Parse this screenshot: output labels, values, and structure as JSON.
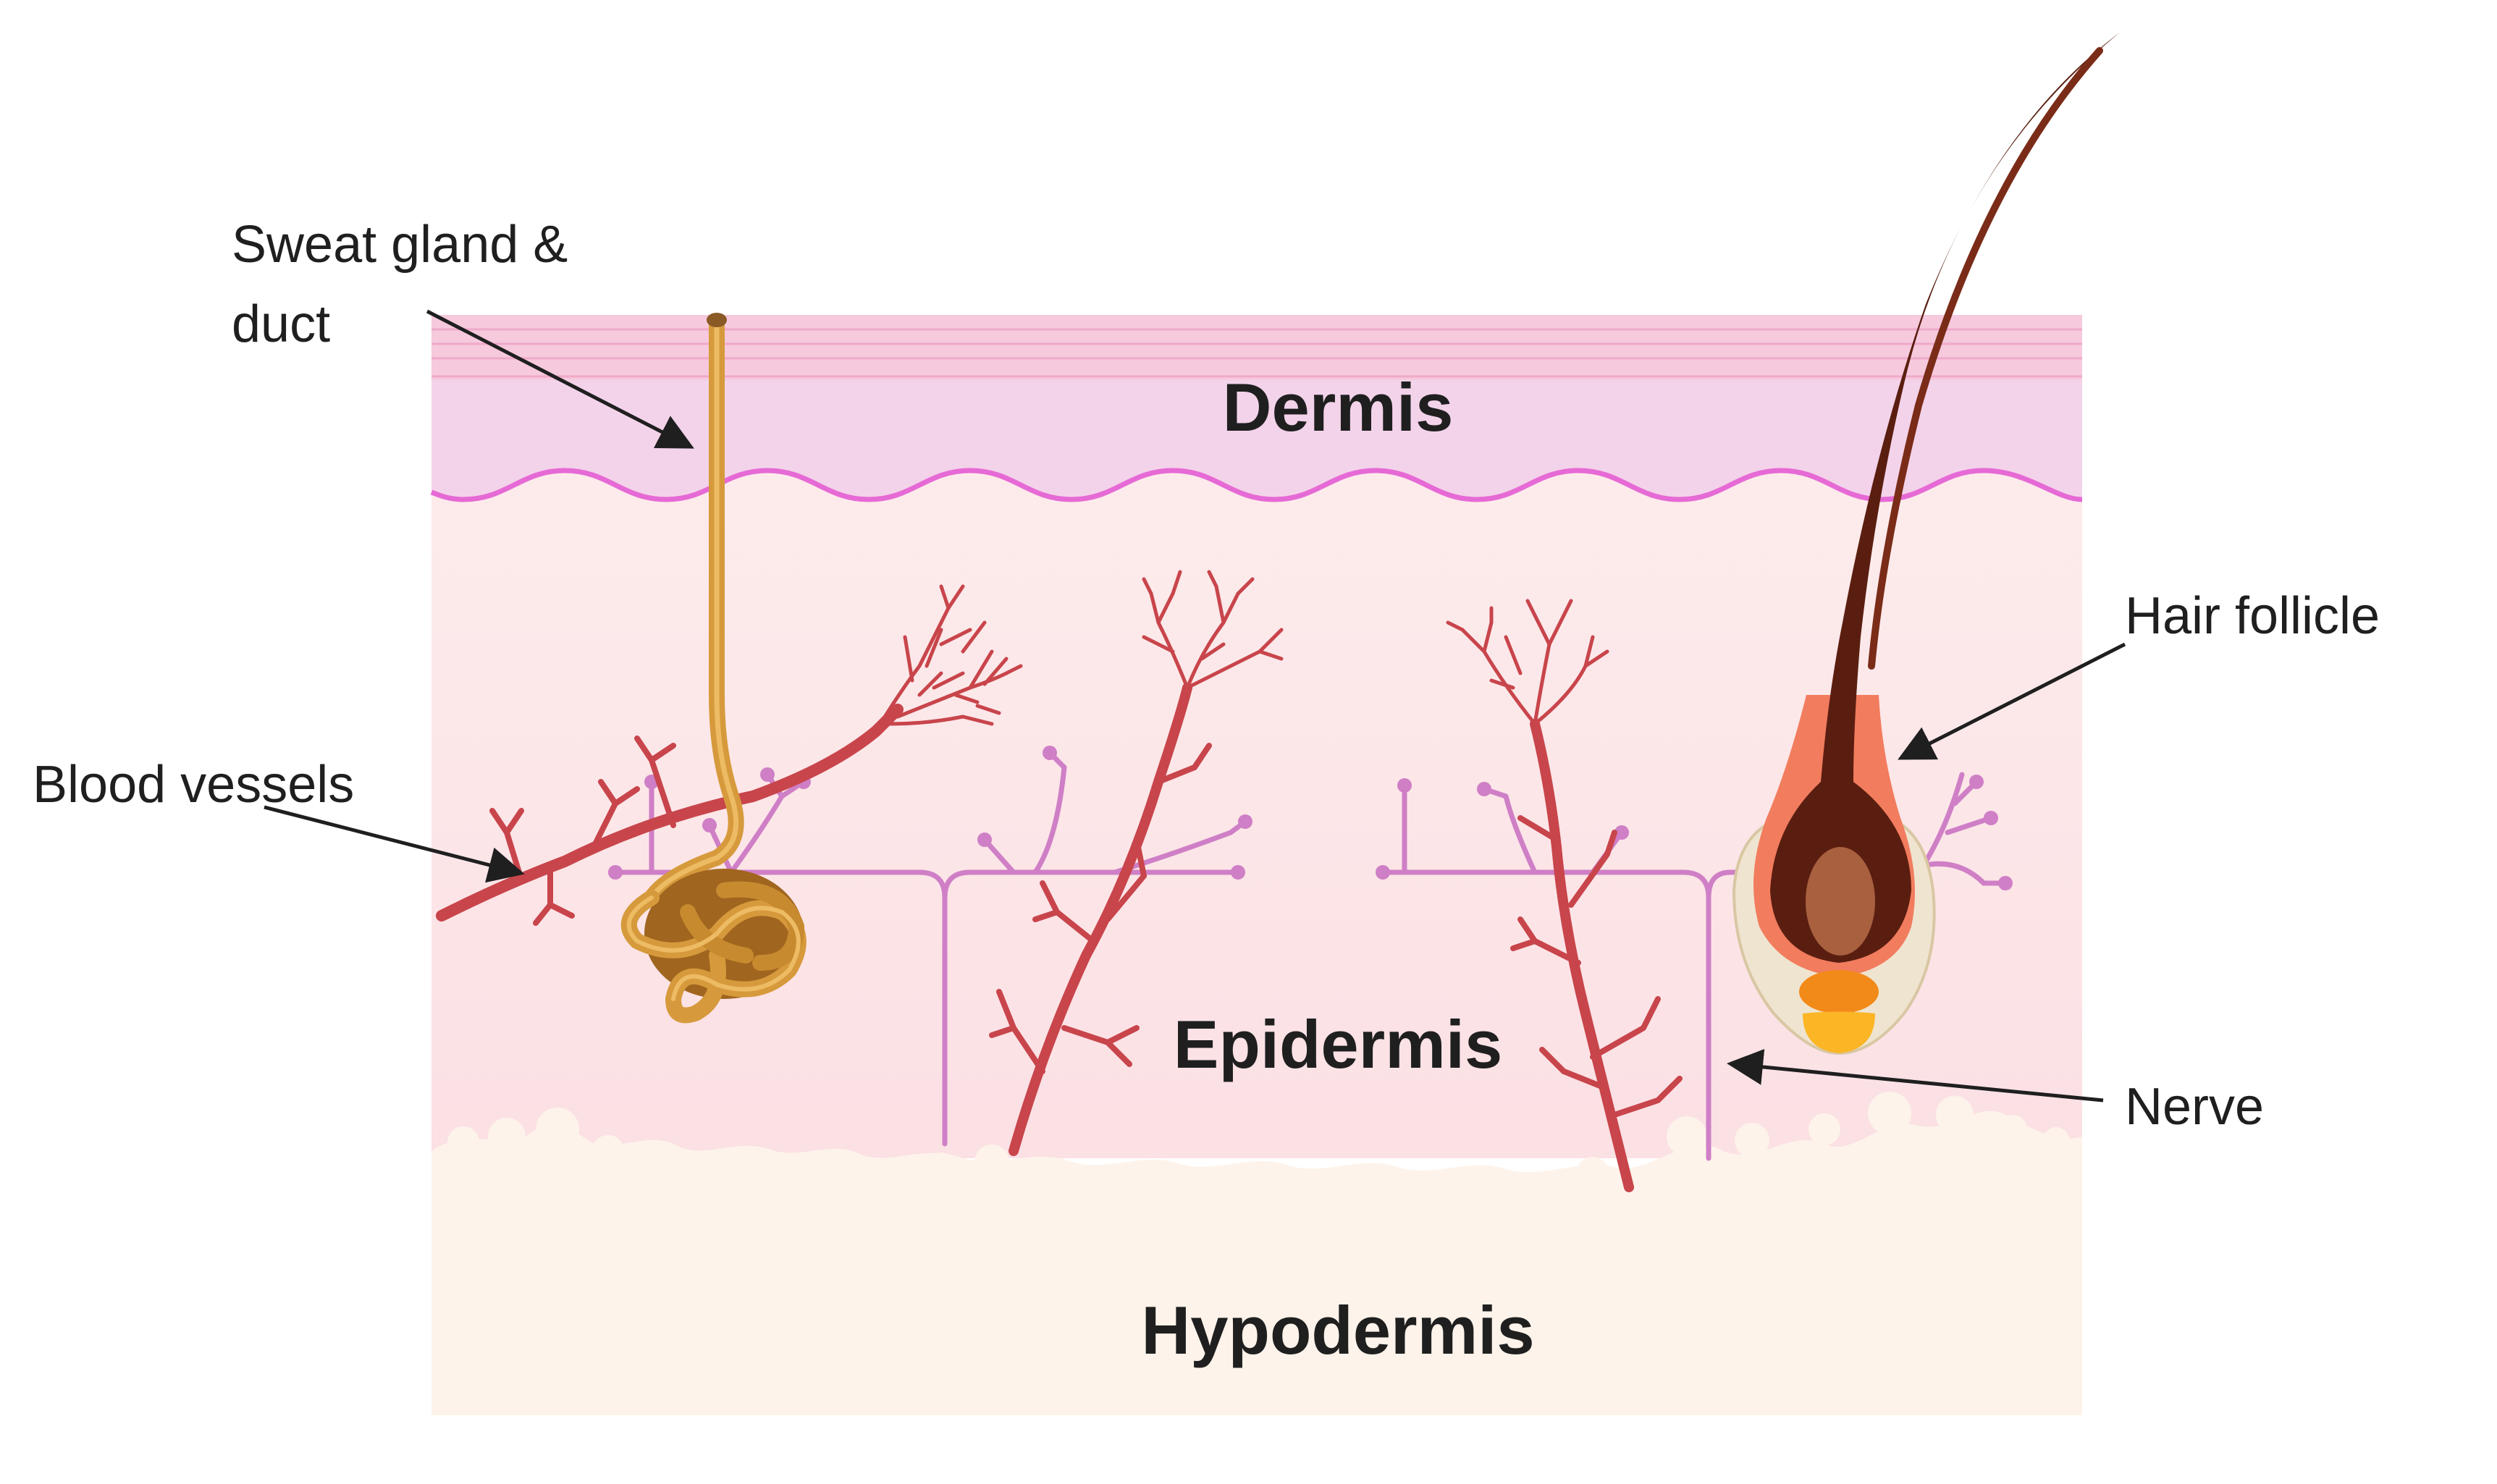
{
  "layers": {
    "top": "Dermis",
    "middle": "Epidermis",
    "bottom": "Hypodermis"
  },
  "callouts": {
    "sweat_line1": "Sweat gland &",
    "sweat_line2": "duct",
    "blood_vessels": "Blood vessels",
    "hair_follicle": "Hair follicle",
    "nerve": "Nerve"
  },
  "colors": {
    "top_band": "#f6c9dd",
    "upper_layer": "#f3d3ea",
    "wavy_border": "#e66ad5",
    "middle_layer": "#fde8ea",
    "bottom_layer": "#fdf3ea",
    "blood_vessel": "#c8454b",
    "nerve": "#cf7fc6",
    "sweat_gland": "#d69a3c",
    "hair": "#5a1e10",
    "follicle_glow": "#f27c5e",
    "follicle_sheath": "#efe4cf"
  }
}
